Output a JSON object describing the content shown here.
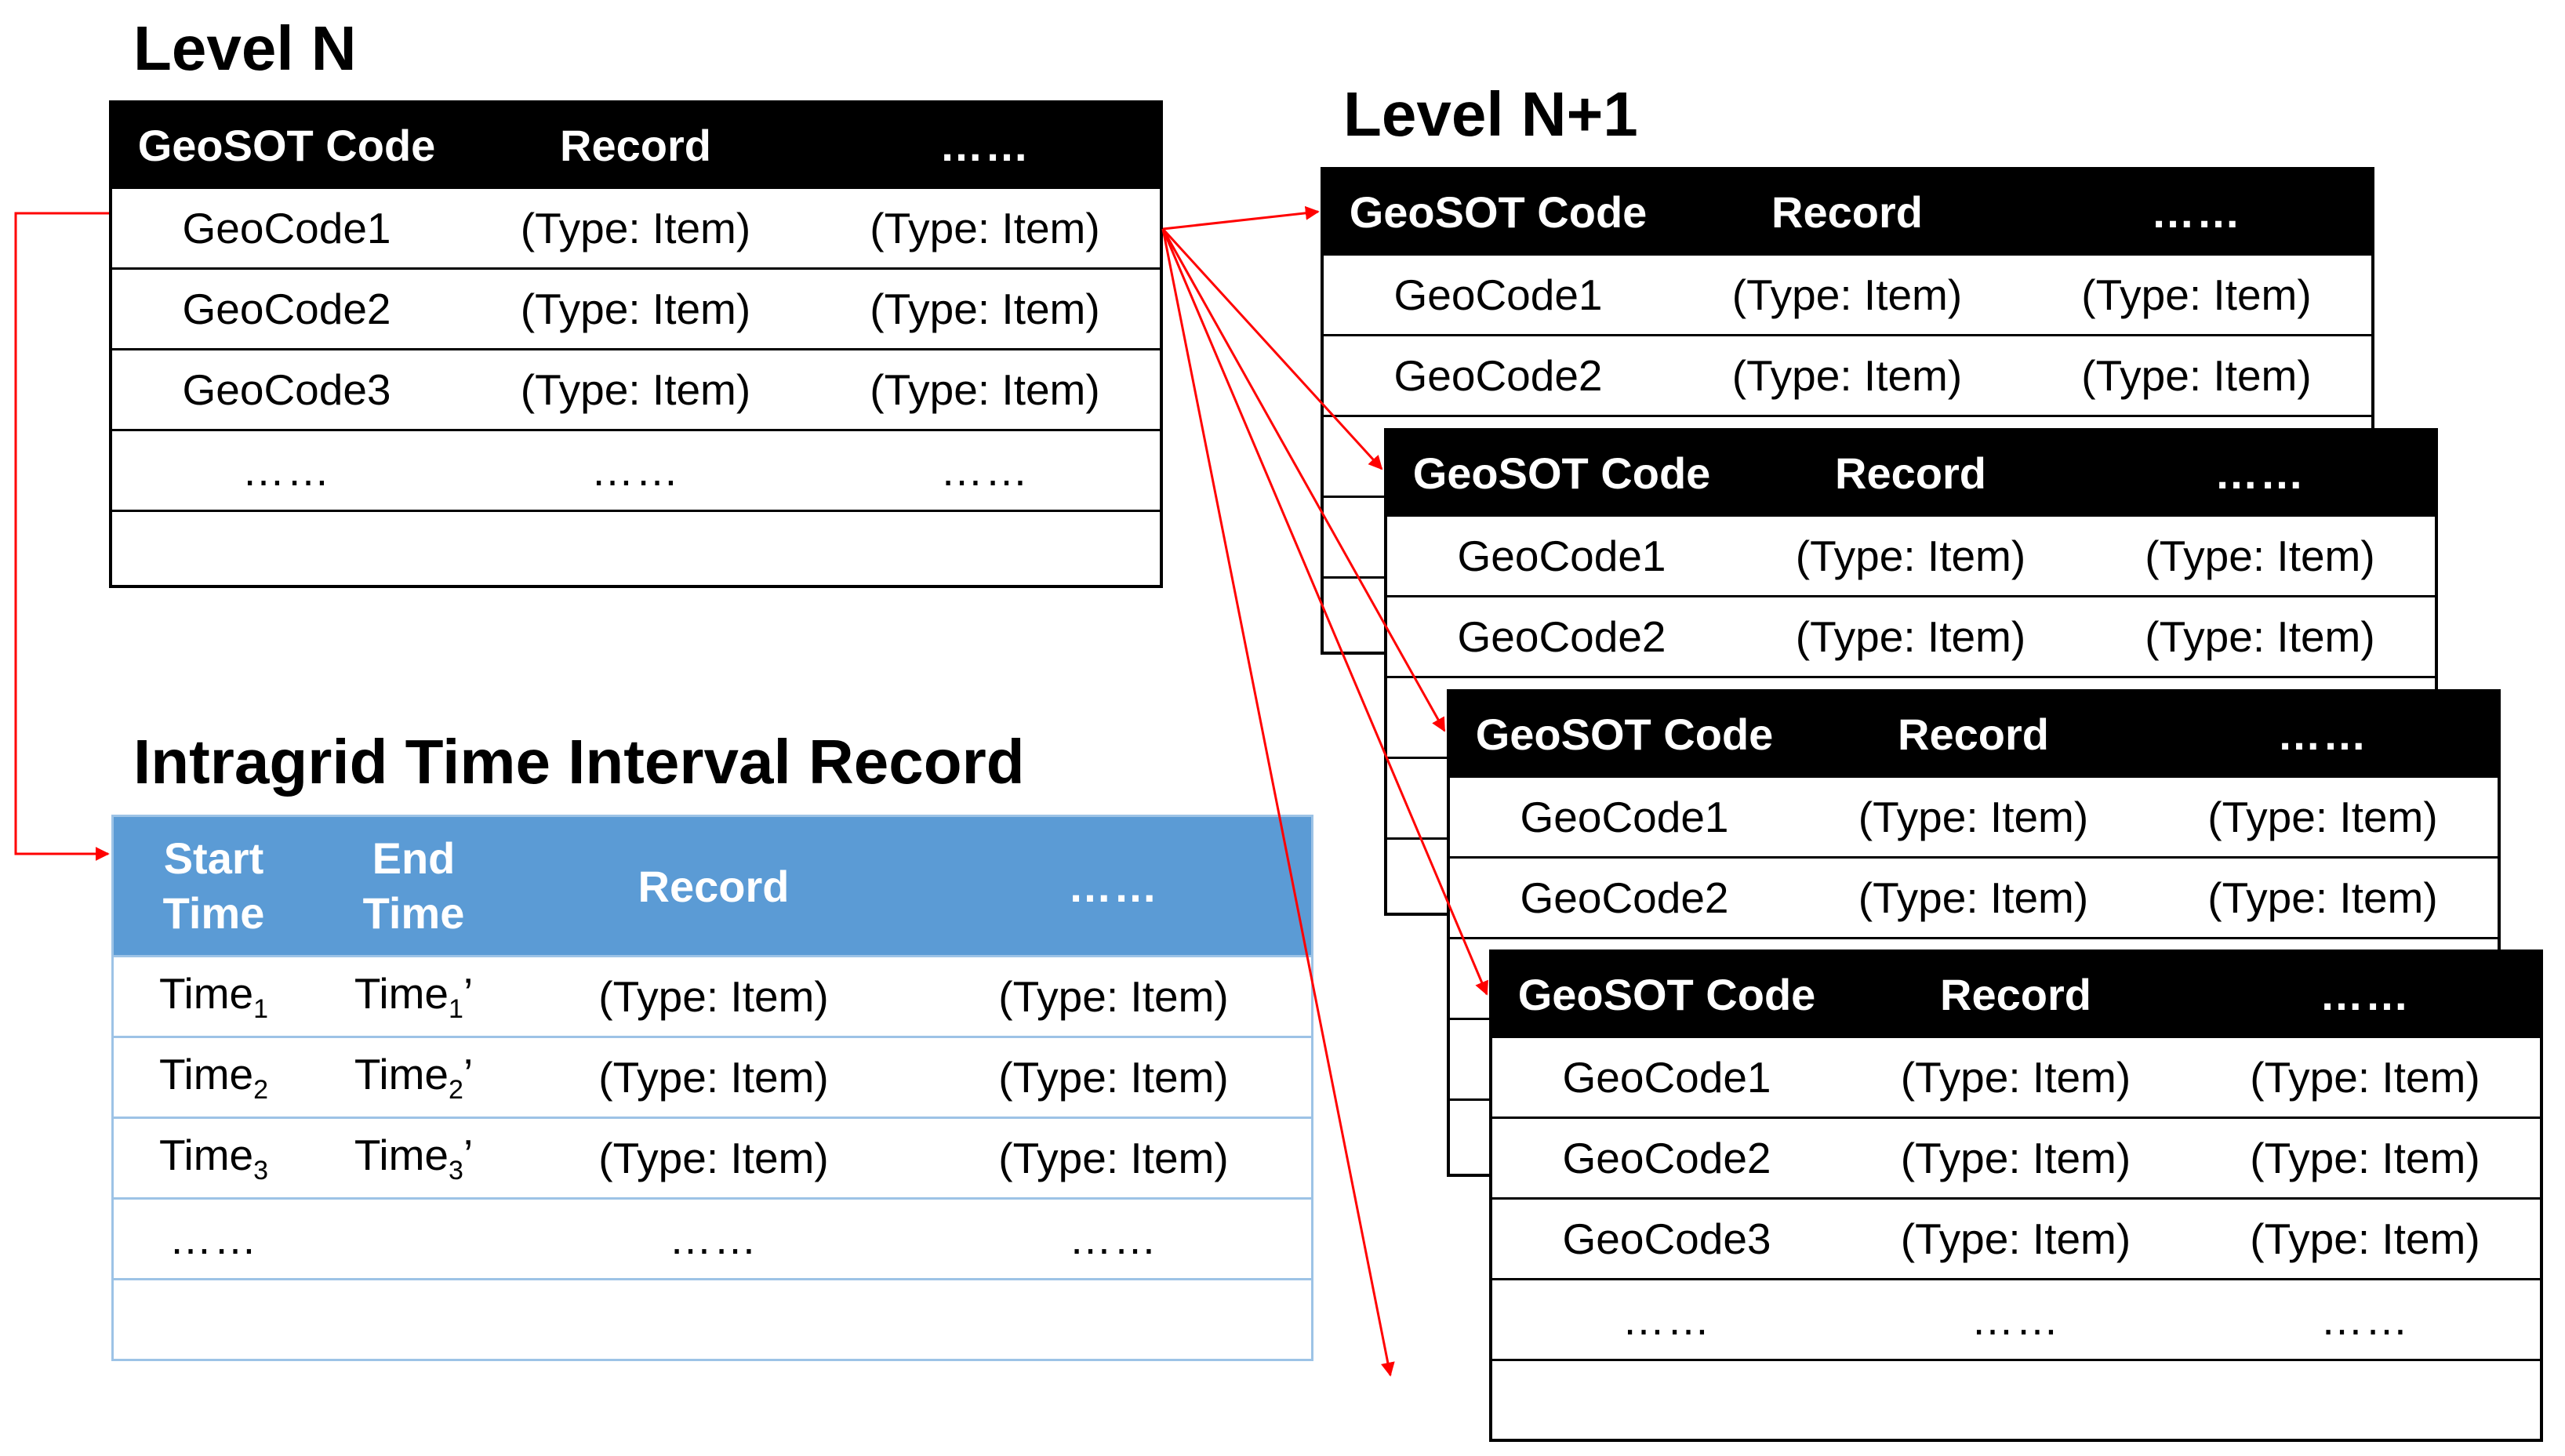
{
  "headings": {
    "level_n": "Level N",
    "level_n1": "Level N+1",
    "interval": "Intragrid Time Interval Record"
  },
  "geo_table": {
    "headers": [
      "GeoSOT Code",
      "Record",
      "……"
    ],
    "rows": [
      {
        "code": "GeoCode1",
        "rec1": "(Type: Item)",
        "rec2": "(Type: Item)"
      },
      {
        "code": "GeoCode2",
        "rec1": "(Type: Item)",
        "rec2": "(Type: Item)"
      },
      {
        "code": "GeoCode3",
        "rec1": "(Type: Item)",
        "rec2": "(Type: Item)"
      },
      {
        "code": "……",
        "rec1": "……",
        "rec2": "……"
      }
    ]
  },
  "interval_table": {
    "headers": [
      "Start Time",
      "End Time",
      "Record",
      "……"
    ],
    "rows": [
      {
        "start": "Time",
        "start_sub": "1",
        "end": "Time",
        "end_sub": "1",
        "end_prime": "’",
        "rec1": "(Type: Item)",
        "rec2": "(Type: Item)"
      },
      {
        "start": "Time",
        "start_sub": "2",
        "end": "Time",
        "end_sub": "2",
        "end_prime": "’",
        "rec1": "(Type: Item)",
        "rec2": "(Type: Item)"
      },
      {
        "start": "Time",
        "start_sub": "3",
        "end": "Time",
        "end_sub": "3",
        "end_prime": "’",
        "rec1": "(Type: Item)",
        "rec2": "(Type: Item)"
      },
      {
        "start": "……",
        "rec1": "……",
        "rec2": "……"
      }
    ]
  },
  "colors": {
    "arrow": "#ff0000",
    "interval_header": "#5b9bd5",
    "interval_border": "#9dc3e6"
  }
}
